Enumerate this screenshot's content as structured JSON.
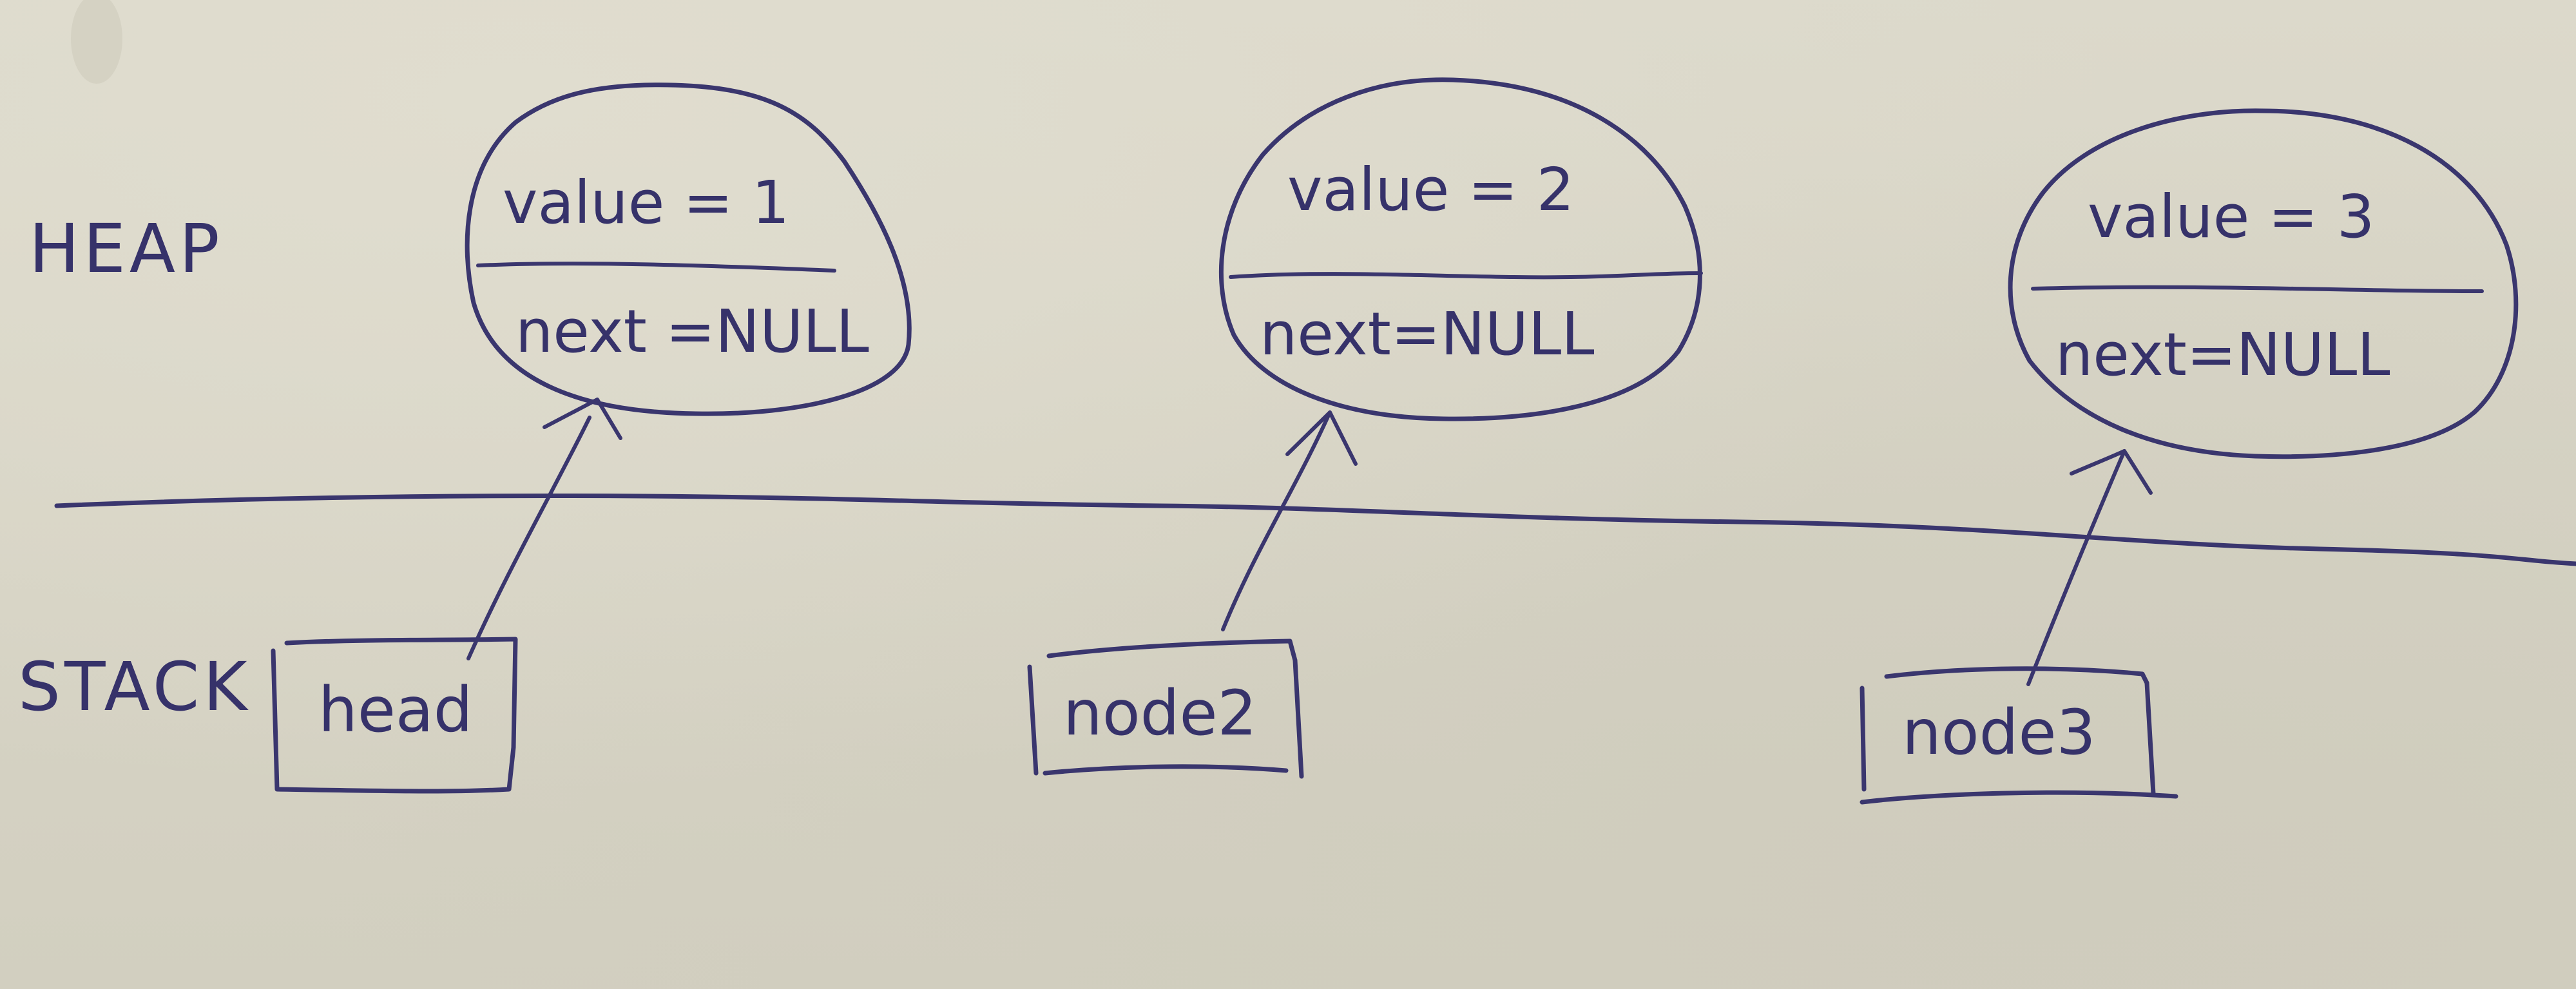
{
  "diagram": {
    "type": "hand-drawn linked list memory diagram",
    "colors": {
      "paper": "#d8d5c6",
      "ink": "#3a366e"
    },
    "regions": {
      "heap_label": "HEAP",
      "stack_label": "STACK"
    },
    "heap_nodes": [
      {
        "value_text": "value = 1",
        "next_text": "next =NULL"
      },
      {
        "value_text": "value = 2",
        "next_text": "next=NULL"
      },
      {
        "value_text": "value = 3",
        "next_text": "next=NULL"
      }
    ],
    "stack_vars": [
      {
        "name": "head",
        "points_to": "heap_nodes.0"
      },
      {
        "name": "node2",
        "points_to": "heap_nodes.1"
      },
      {
        "name": "node3",
        "points_to": "heap_nodes.2"
      }
    ]
  }
}
